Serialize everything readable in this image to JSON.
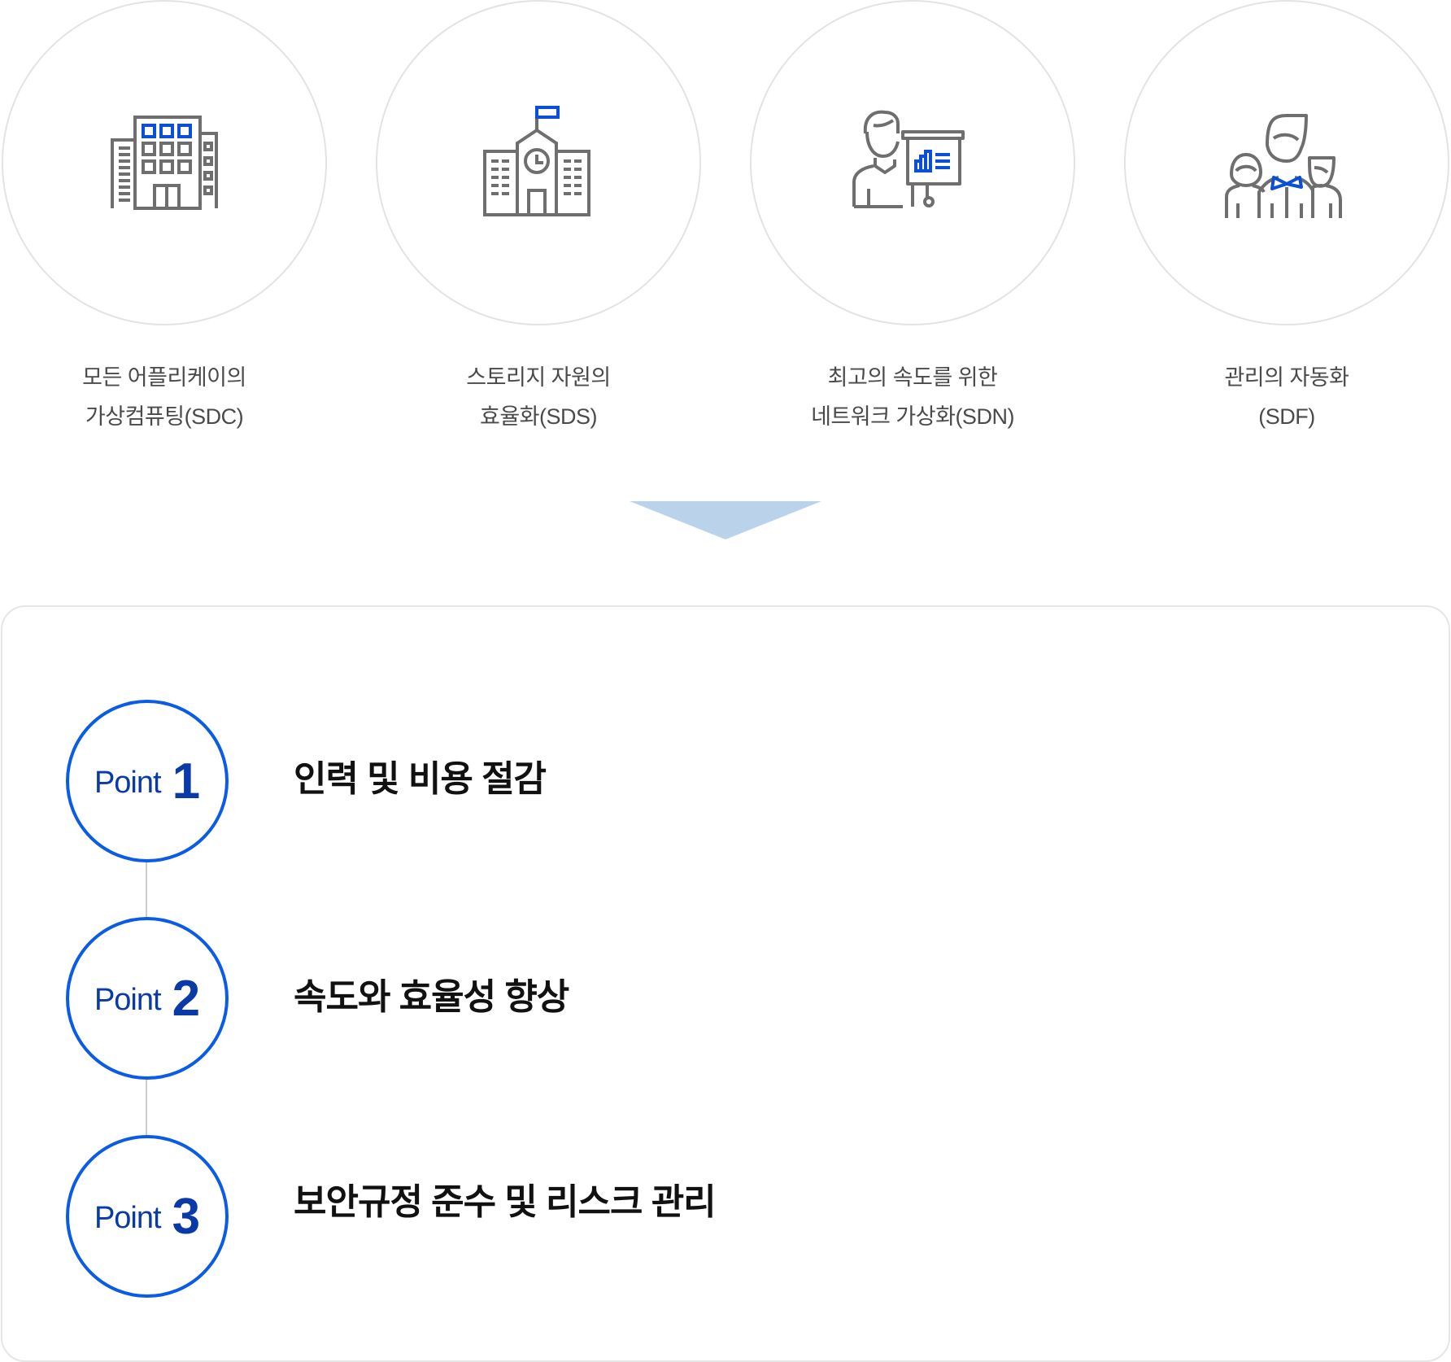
{
  "features": [
    {
      "icon": "office-building-icon",
      "label_line1": "모든 어플리케이의",
      "label_line2": "가상컴퓨팅(SDC)"
    },
    {
      "icon": "school-building-flag-icon",
      "label_line1": "스토리지 자원의",
      "label_line2": "효율화(SDS)"
    },
    {
      "icon": "presenter-chart-icon",
      "label_line1": "최고의 속도를 위한",
      "label_line2": "네트워크 가상화(SDN)"
    },
    {
      "icon": "team-people-icon",
      "label_line1": "관리의 자동화",
      "label_line2": "(SDF)"
    }
  ],
  "points": [
    {
      "word": "Point",
      "number": "1",
      "text": "인력 및 비용 절감"
    },
    {
      "word": "Point",
      "number": "2",
      "text": "속도와 효율성 향상"
    },
    {
      "word": "Point",
      "number": "3",
      "text": "보안규정 준수 및 리스크 관리"
    }
  ],
  "colors": {
    "accent_blue": "#0a5ce6",
    "point_text_blue": "#0a3aa8",
    "icon_gray": "#6e6e6e",
    "arrow": "#bad2ea",
    "ring": "#e3e3e3"
  }
}
